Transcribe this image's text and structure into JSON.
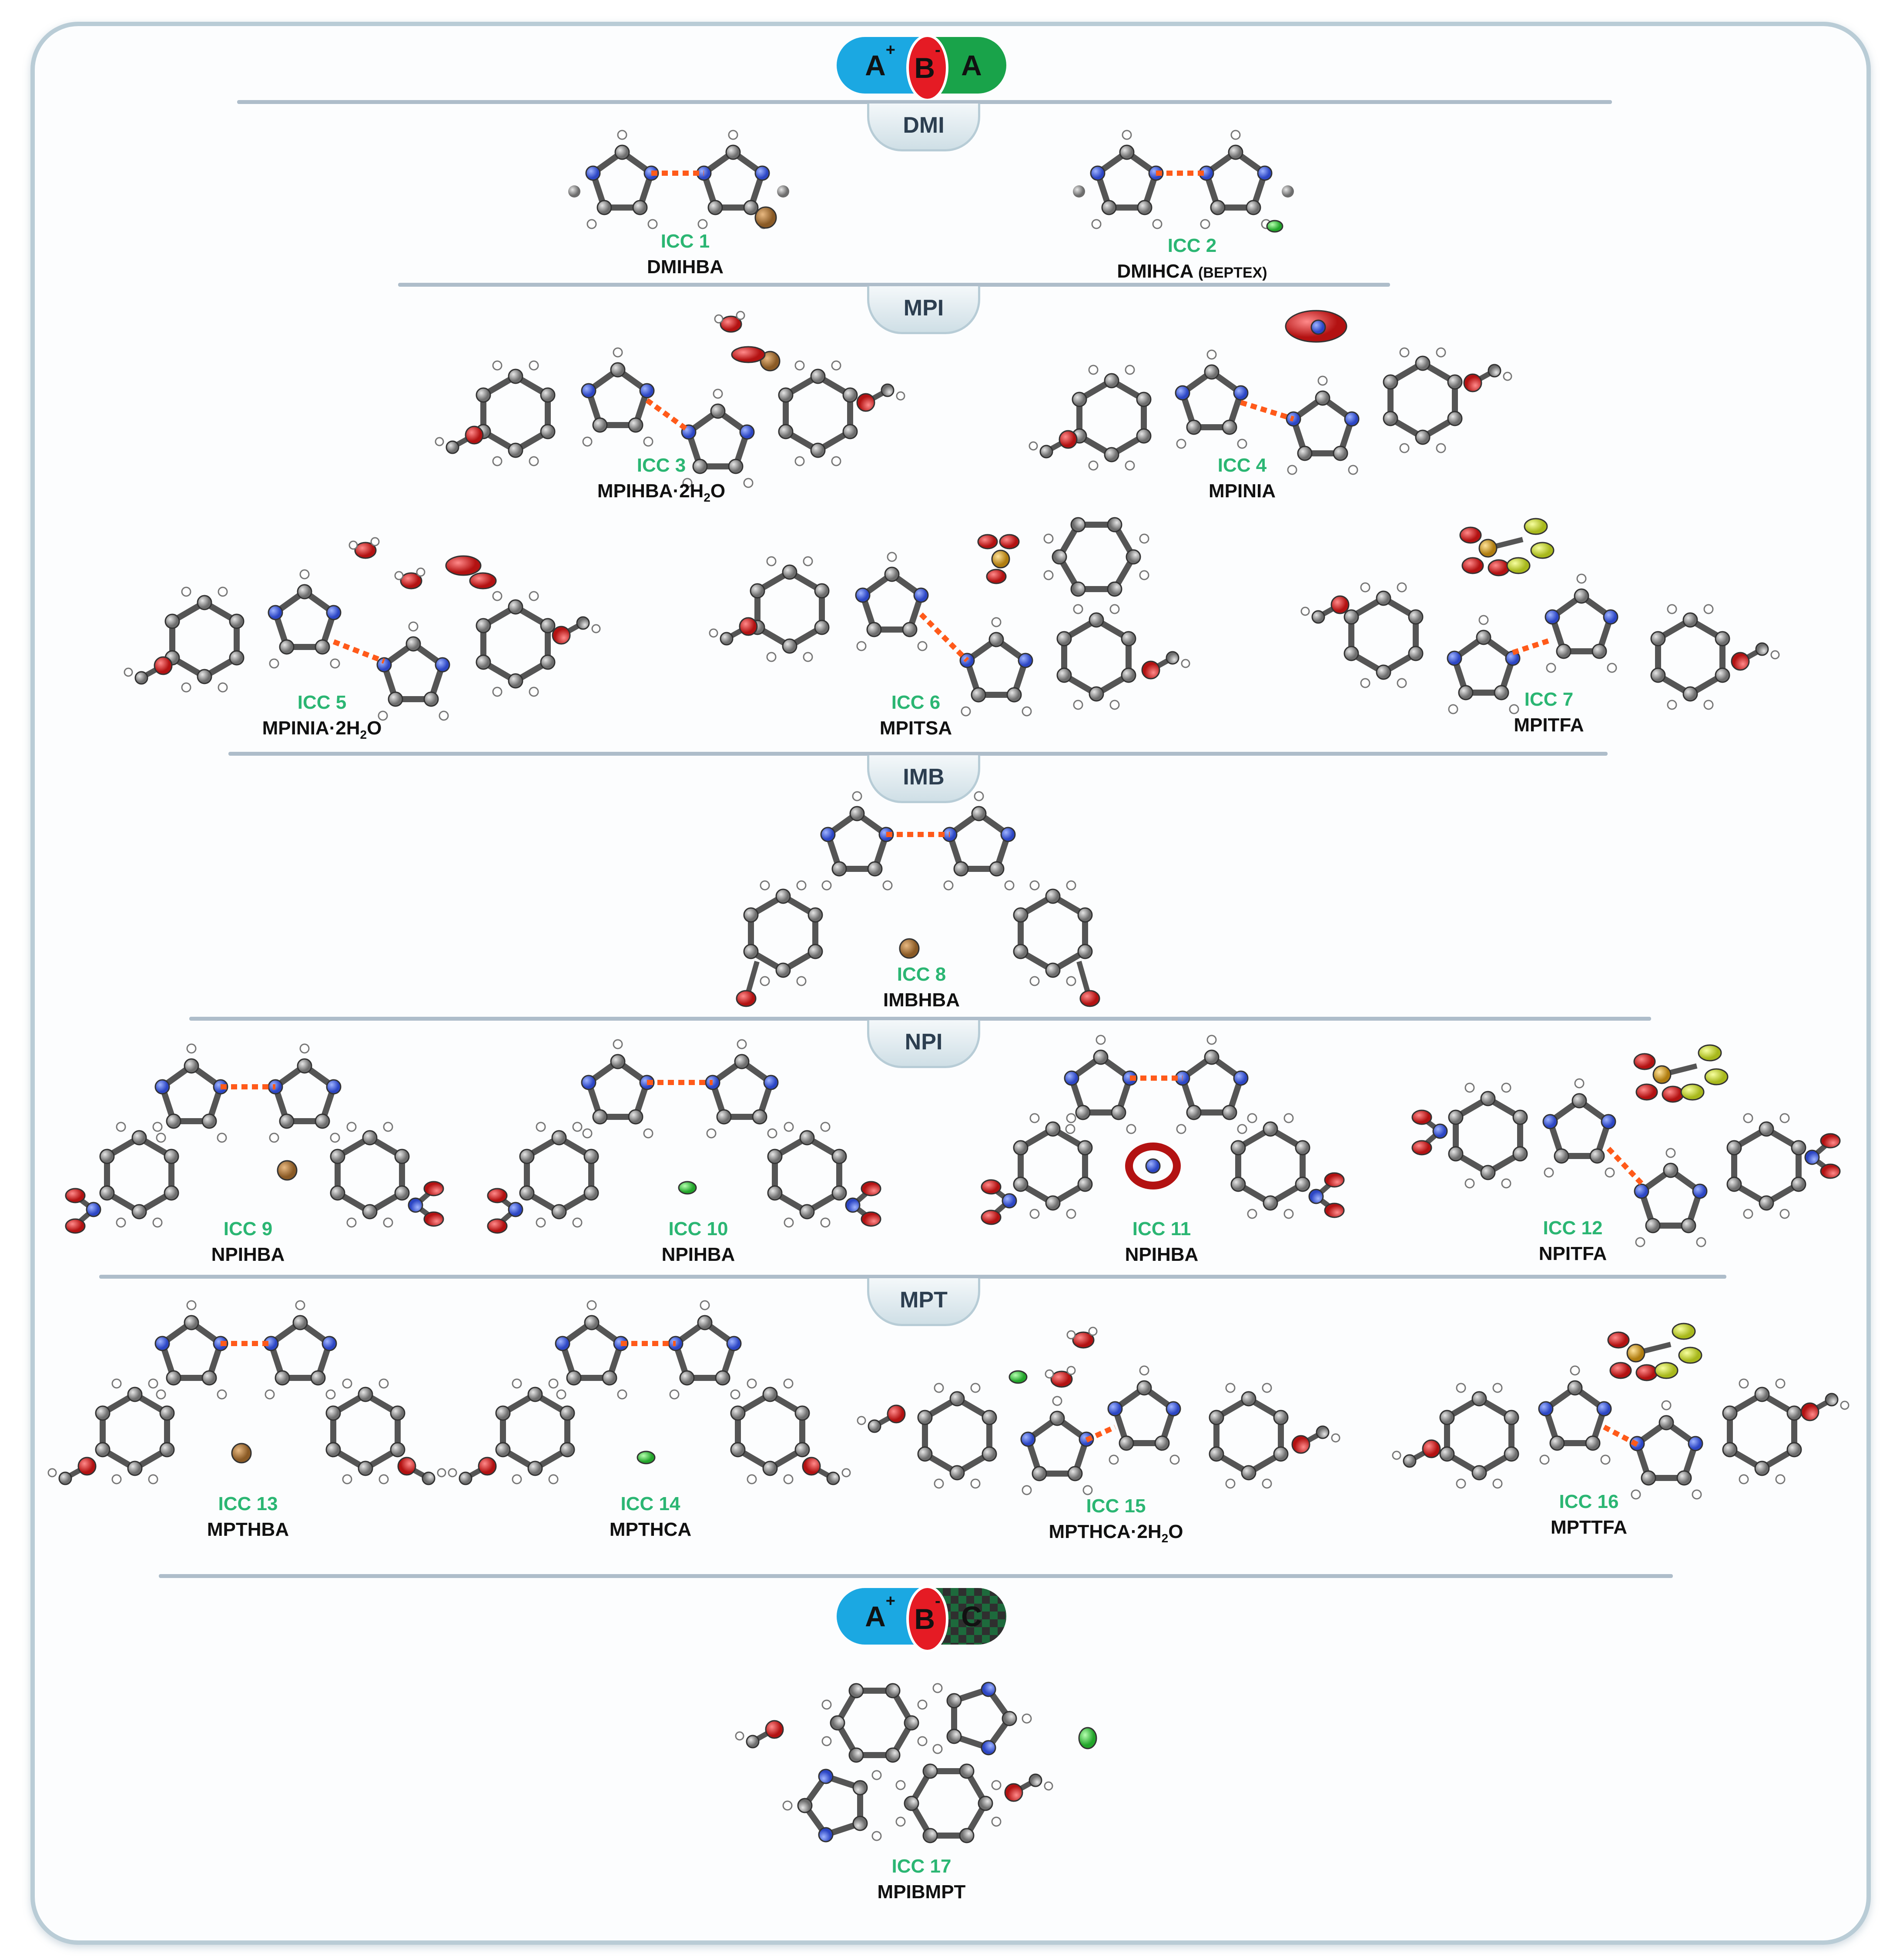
{
  "header_pill": {
    "a_label": "A",
    "a_charge": "+",
    "b_label": "B",
    "b_charge": "-",
    "c_label": "A"
  },
  "footer_pill": {
    "a_label": "A",
    "a_charge": "+",
    "b_label": "B",
    "b_charge": "-",
    "c_label": "C"
  },
  "sections": [
    {
      "label": "DMI"
    },
    {
      "label": "MPI"
    },
    {
      "label": "IMB"
    },
    {
      "label": "NPI"
    },
    {
      "label": "MPT"
    }
  ],
  "crystals": [
    {
      "id": "ICC 1",
      "name": "DMIHBA"
    },
    {
      "id": "ICC 2",
      "name": "DMIHCA",
      "extra": "(BEPTEX)"
    },
    {
      "id": "ICC 3",
      "name_main": "MPIHBA·2H",
      "name_sub": "2",
      "name_tail": "O"
    },
    {
      "id": "ICC 4",
      "name": "MPINIA"
    },
    {
      "id": "ICC 5",
      "name_main": "MPINIA·2H",
      "name_sub": "2",
      "name_tail": "O"
    },
    {
      "id": "ICC 6",
      "name": "MPITSA"
    },
    {
      "id": "ICC 7",
      "name": "MPITFA"
    },
    {
      "id": "ICC 8",
      "name": "IMBHBA"
    },
    {
      "id": "ICC 9",
      "name": "NPIHBA"
    },
    {
      "id": "ICC 10",
      "name": "NPIHBA"
    },
    {
      "id": "ICC 11",
      "name": "NPIHBA"
    },
    {
      "id": "ICC 12",
      "name": "NPITFA"
    },
    {
      "id": "ICC 13",
      "name": "MPTHBA"
    },
    {
      "id": "ICC 14",
      "name": "MPTHCA"
    },
    {
      "id": "ICC 15",
      "name_main": "MPTHCA·2H",
      "name_sub": "2",
      "name_tail": "O"
    },
    {
      "id": "ICC 16",
      "name": "MPTTFA"
    },
    {
      "id": "ICC 17",
      "name": "MPIBMPT"
    }
  ],
  "colors": {
    "carbon": "#8a8a8a",
    "nitrogen": "#3b5bd6",
    "oxygen": "#d21f1f",
    "hydrogen": "#ffffff",
    "bromide": "#b07a3c",
    "chloride": "#3fcf3f",
    "fluorine": "#d8e636",
    "sulfur": "#d6a628",
    "hbond": "#ff5a1a",
    "label_green": "#2bb673"
  }
}
